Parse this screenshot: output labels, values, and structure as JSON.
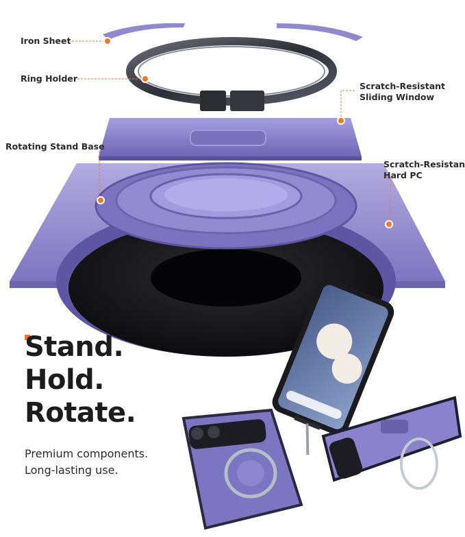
{
  "callouts": {
    "iron_sheet": "Iron Sheet",
    "ring_holder": "Ring Holder",
    "sliding_window_1": "Scratch-Resistant",
    "sliding_window_2": "Sliding Window",
    "stand_base": "Rotating Stand Base",
    "hard_pc_1": "Scratch-Resistant",
    "hard_pc_2": "Hard PC"
  },
  "headline": [
    "Stand.",
    "Hold.",
    "Rotate."
  ],
  "subline": [
    "Premium components.",
    "Long-lasting use."
  ],
  "colors": {
    "accent": "#f07a20",
    "case_purple": "#8d84c8",
    "case_purple_dark": "#6a62a8",
    "case_purple_light": "#b7b0e0",
    "ring_metal": "#3a3c44",
    "text_dark": "#1c1c1c"
  }
}
